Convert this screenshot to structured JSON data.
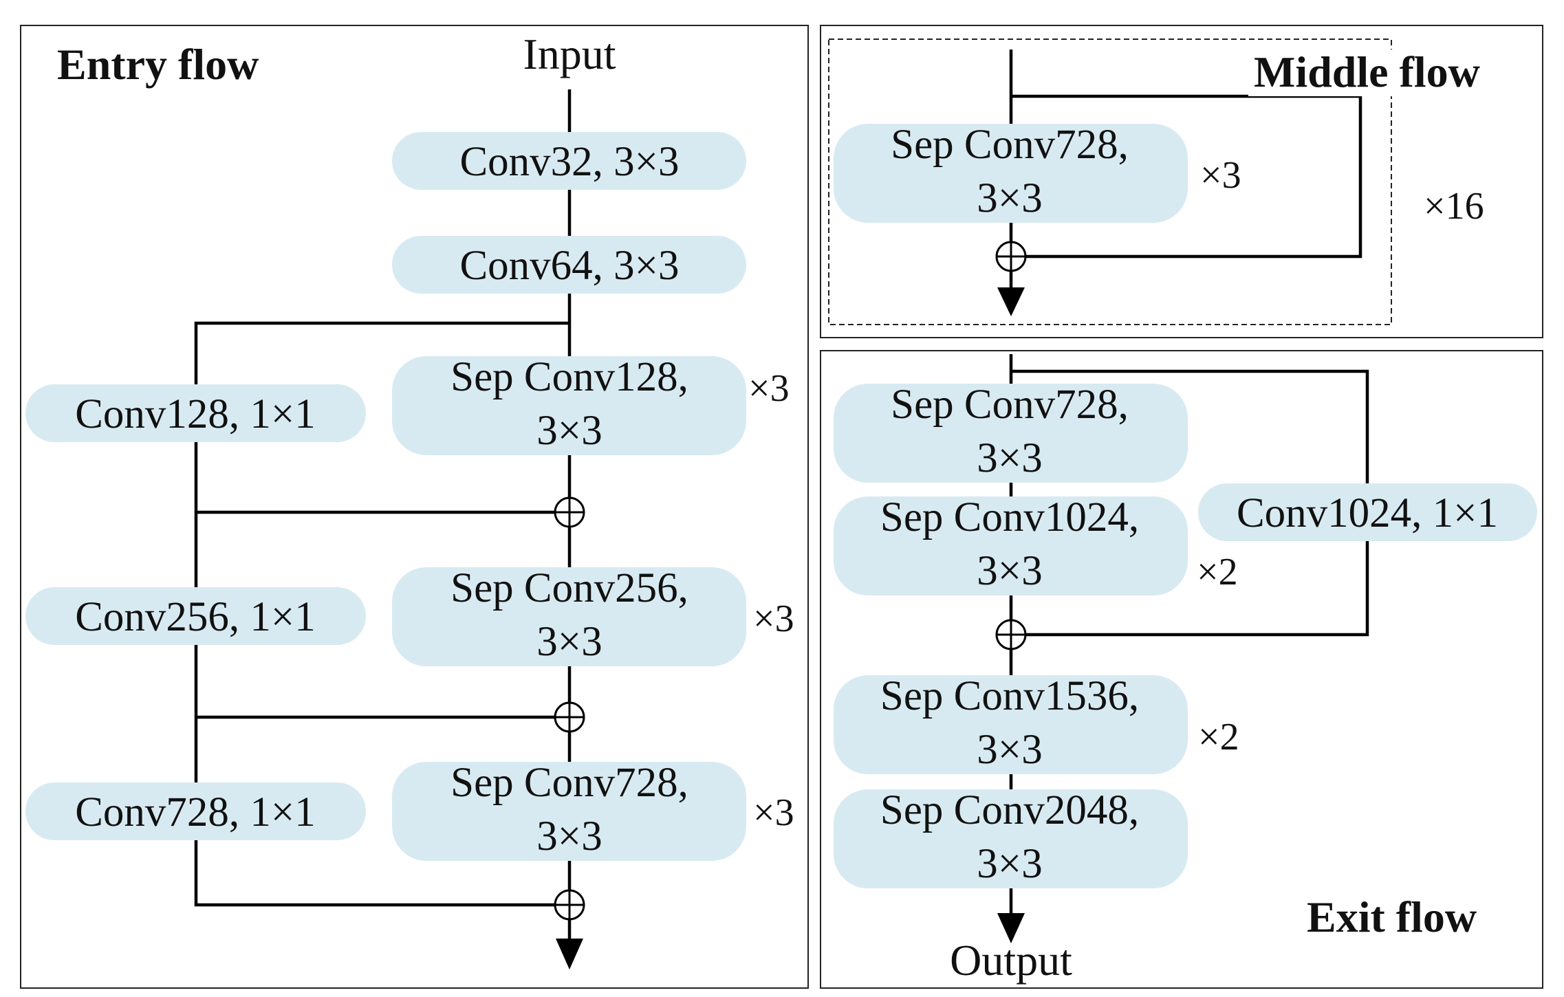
{
  "entry_flow": {
    "title": "Entry flow",
    "input_label": "Input",
    "conv1": "Conv32, 3×3",
    "conv2": "Conv64, 3×3",
    "skip1": "Conv128, 1×1",
    "sep1": [
      "Sep Conv128,",
      "3×3"
    ],
    "sep1_mult": "×3",
    "skip2": "Conv256, 1×1",
    "sep2": [
      "Sep Conv256,",
      "3×3"
    ],
    "sep2_mult": "×3",
    "skip3": "Conv728, 1×1",
    "sep3": [
      "Sep Conv728,",
      "3×3"
    ],
    "sep3_mult": "×3"
  },
  "middle_flow": {
    "title": "Middle flow",
    "sep": [
      "Sep Conv728,",
      "3×3"
    ],
    "sep_mult": "×3",
    "repeat": "×16"
  },
  "exit_flow": {
    "title": "Exit flow",
    "sep1": [
      "Sep Conv728,",
      "3×3"
    ],
    "sep2": [
      "Sep Conv1024,",
      "3×3"
    ],
    "sep12_mult": "×2",
    "skip": "Conv1024, 1×1",
    "sep3": [
      "Sep Conv1536,",
      "3×3"
    ],
    "sep4": [
      "Sep Conv2048,",
      "3×3"
    ],
    "sep34_mult": "×2",
    "output_label": "Output"
  },
  "colors": {
    "block_fill": "#d8eaf1",
    "line": "#000000"
  }
}
